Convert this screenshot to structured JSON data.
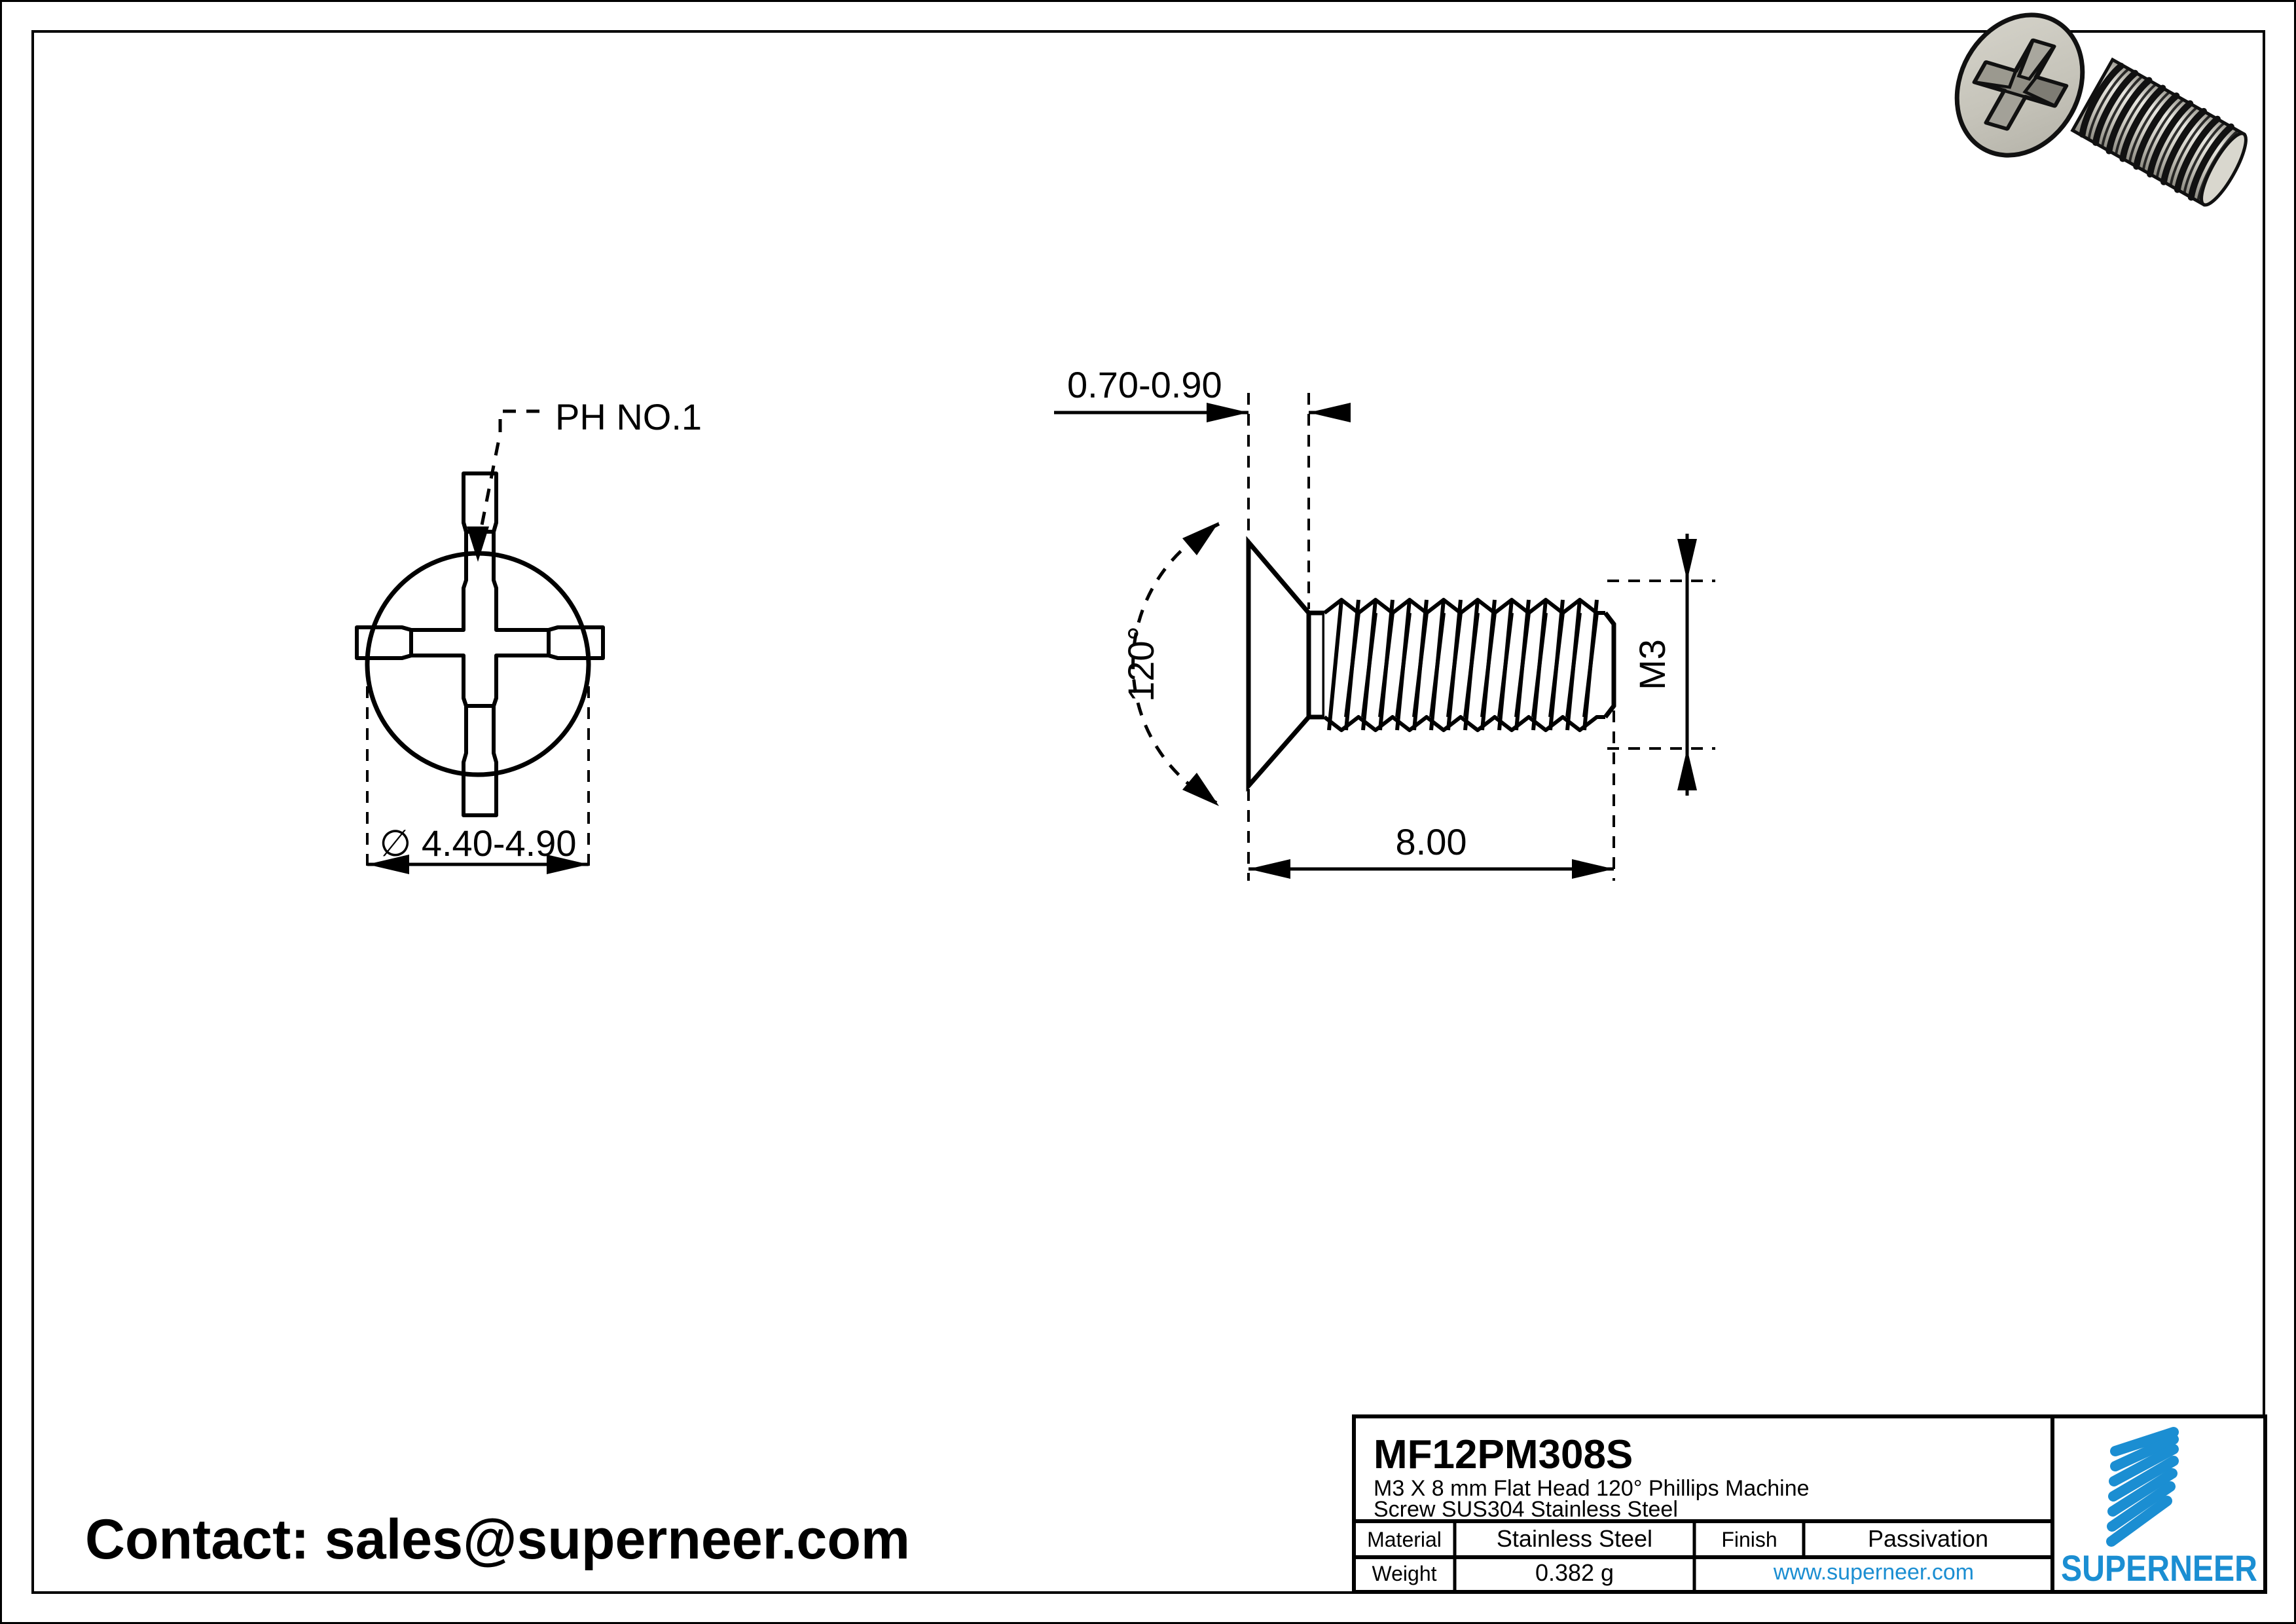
{
  "document": {
    "type": "engineering-drawing",
    "sheet_border": true
  },
  "views": {
    "front_view": {
      "name": "front-view-head",
      "drive_callout": "PH NO.1",
      "head_diameter_dimension": "∅ 4.40-4.90"
    },
    "side_view": {
      "name": "side-view-profile",
      "head_height_dimension": "0.70-0.90",
      "head_angle_dimension": "120°",
      "thread_size_dimension": "M3",
      "length_dimension": "8.00"
    },
    "isometric": {
      "name": "isometric-render",
      "body_color": "#c9c7bd",
      "outline_color": "#1a1a1a"
    }
  },
  "contact": {
    "label": "Contact: sales@superneer.com"
  },
  "title_block": {
    "part_number": "MF12PM308S",
    "description_line1": "M3 X 8 mm  Flat Head 120° Phillips Machine",
    "description_line2": "Screw SUS304 Stainless Steel",
    "rows": [
      {
        "label": "Material",
        "value": "Stainless Steel",
        "label2": "Finish",
        "value2": "Passivation"
      },
      {
        "label": "Weight",
        "value": "0.382 g",
        "link": "www.superneer.com"
      }
    ],
    "logo": {
      "wordmark": "SUPERNEER",
      "color": "#1b8ed2",
      "stripe_count": 7
    }
  },
  "colors": {
    "line": "#000000",
    "brand": "#1b8ed2",
    "metal_fill": "#c9c7bd",
    "metal_shadow": "#8f8d84",
    "paper": "#ffffff"
  }
}
